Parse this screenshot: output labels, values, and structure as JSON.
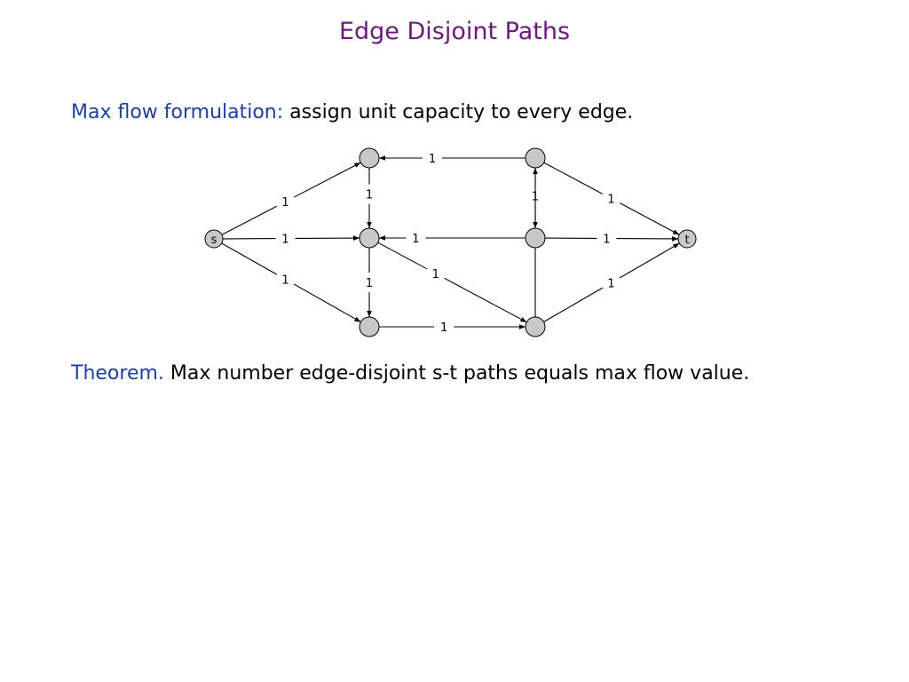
{
  "slide": {
    "title": "Edge Disjoint Paths",
    "formulation_label": "Max flow formulation:",
    "formulation_text": "assign unit capacity to every edge.",
    "theorem_label": "Theorem.",
    "theorem_text": "Max number edge-disjoint s-t paths equals max flow value."
  },
  "graph": {
    "colors": {
      "node_fill": "#c8c8c8",
      "stroke": "#000000"
    },
    "nodes": [
      {
        "id": "s",
        "label": "s"
      },
      {
        "id": "t",
        "label": "t"
      },
      {
        "id": "a",
        "label": ""
      },
      {
        "id": "b",
        "label": ""
      },
      {
        "id": "c",
        "label": ""
      },
      {
        "id": "d",
        "label": ""
      },
      {
        "id": "e",
        "label": ""
      },
      {
        "id": "f",
        "label": ""
      }
    ],
    "edges": [
      {
        "from": "s",
        "to": "a",
        "capacity": "1"
      },
      {
        "from": "s",
        "to": "b",
        "capacity": "1"
      },
      {
        "from": "s",
        "to": "c",
        "capacity": "1"
      },
      {
        "from": "a",
        "to": "b",
        "capacity": "1"
      },
      {
        "from": "b",
        "to": "c",
        "capacity": "1"
      },
      {
        "from": "e",
        "to": "a",
        "capacity": "1"
      },
      {
        "from": "d",
        "to": "b",
        "capacity": "1"
      },
      {
        "from": "b",
        "to": "f",
        "capacity": "1"
      },
      {
        "from": "c",
        "to": "f",
        "capacity": "1"
      },
      {
        "from": "e",
        "to": "d",
        "capacity": "1"
      },
      {
        "from": "f",
        "to": "e",
        "capacity": "1"
      },
      {
        "from": "d",
        "to": "t",
        "capacity": "1"
      },
      {
        "from": "e",
        "to": "t",
        "capacity": "1"
      },
      {
        "from": "f",
        "to": "t",
        "capacity": "1"
      }
    ]
  }
}
